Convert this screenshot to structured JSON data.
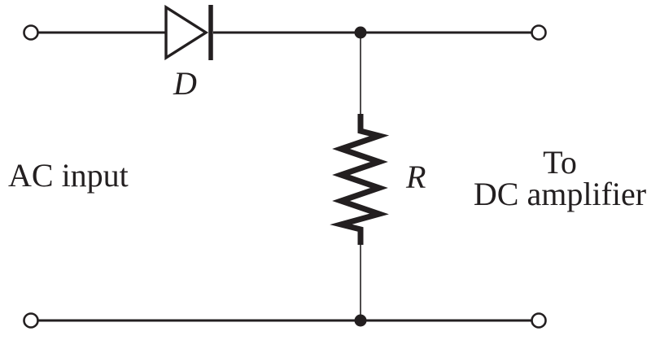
{
  "figure": {
    "type": "circuit-schematic",
    "background": "#ffffff",
    "ink": "#231f20"
  },
  "labels": {
    "diode": "D",
    "resistor": "R",
    "ac_input": "AC input",
    "output_line1": "To",
    "output_line2": "DC amplifier"
  },
  "components": [
    {
      "id": "D",
      "kind": "diode",
      "position": "top-wire"
    },
    {
      "id": "R",
      "kind": "resistor",
      "position": "shunt-middle"
    }
  ]
}
